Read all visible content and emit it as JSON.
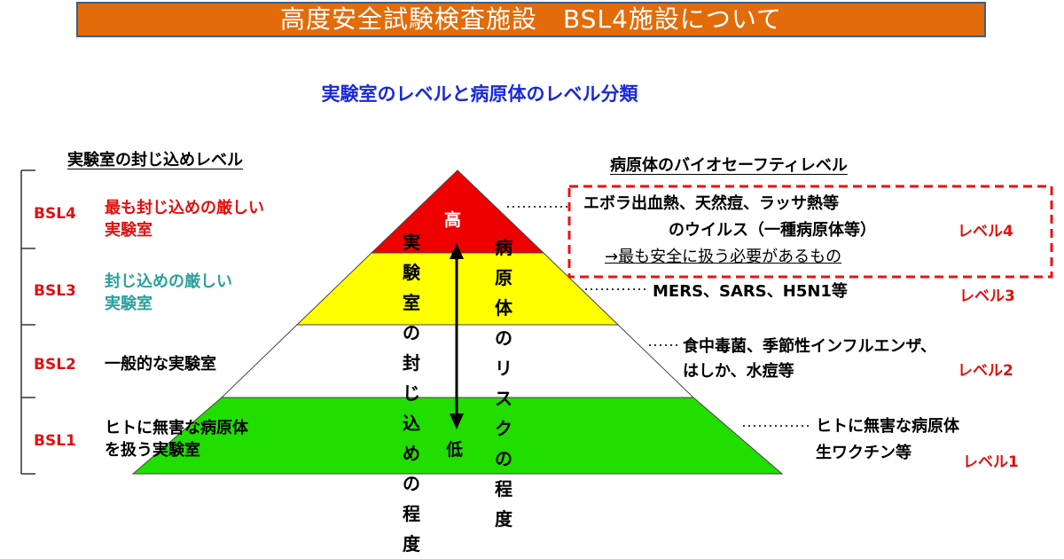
{
  "title": "高度安全試験検査施設　BSL4施設について",
  "subtitle": "実験室のレベルと病原体のレベル分類",
  "left_heading": "実験室の封じ込めレベル",
  "right_heading": "病原体のバイオセーフティレベル",
  "lab_levels": [
    {
      "code": "BSL4",
      "desc_lines": [
        "最も封じ込めの厳しい",
        "実験室"
      ],
      "color": "#e01010"
    },
    {
      "code": "BSL3",
      "desc_lines": [
        "封じ込めの厳しい",
        "実験室"
      ],
      "color": "#2aa19e"
    },
    {
      "code": "BSL2",
      "desc_lines": [
        "一般的な実験室"
      ],
      "color": "#000000"
    },
    {
      "code": "BSL1",
      "desc_lines": [
        "ヒトに無害な病原体",
        "を扱う実験室"
      ],
      "color": "#000000"
    }
  ],
  "pyramid": {
    "tier_colors": [
      "#ee0000",
      "#ffff00",
      "#ffffff",
      "#22dd00"
    ],
    "top_label": "高",
    "bottom_label": "低",
    "left_vertical": "実験室の封じ込めの程度",
    "right_vertical": "病原体のリスクの程度"
  },
  "pathogen_levels": [
    {
      "lines": [
        "エボラ出血熱、天然痘、ラッサ熱等",
        "のウイルス（一種病原体等）",
        "→最も安全に扱う必要があるもの"
      ],
      "level": "レベル4"
    },
    {
      "lines": [
        "MERS、SARS、H5N1等"
      ],
      "level": "レベル3"
    },
    {
      "lines": [
        "食中毒菌、季節性インフルエンザ、",
        "はしか、水痘等"
      ],
      "level": "レベル2"
    },
    {
      "lines": [
        "ヒトに無害な病原体",
        "生ワクチン等"
      ],
      "level": "レベル1"
    }
  ],
  "colors": {
    "banner": "#e26b0a",
    "subtitle": "#1a2ad8",
    "level_red": "#e01010",
    "highlight_box": "#ee1111"
  }
}
